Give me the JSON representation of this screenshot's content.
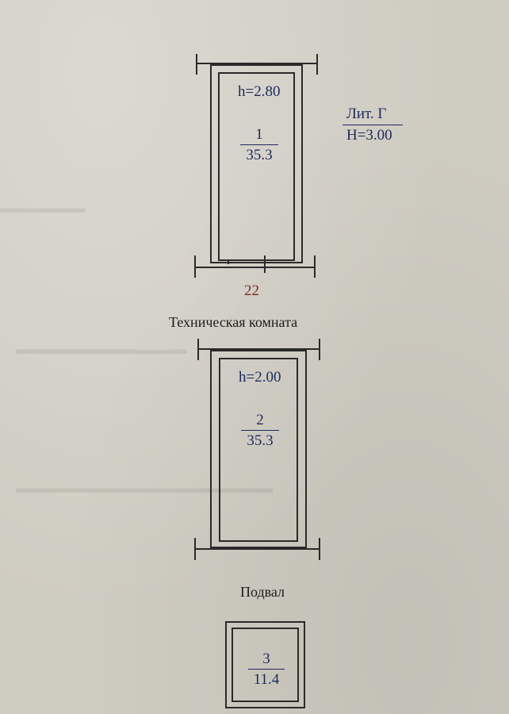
{
  "building": {
    "lit_label": "Лит. Г",
    "height_label": "H=3.00"
  },
  "rooms": [
    {
      "ceiling": "h=2.80",
      "number": "1",
      "area": "35.3"
    },
    {
      "ceiling": "h=2.00",
      "number": "2",
      "area": "35.3"
    },
    {
      "number": "3",
      "area": "11.4"
    }
  ],
  "marker": "22",
  "sections": {
    "technical": "Техническая комната",
    "basement": "Подвал"
  },
  "colors": {
    "paper": "#cfccc2",
    "ink_blue": "#1d2a5c",
    "ink_dark": "#1b1b1b",
    "marker_red": "#7a2a22"
  }
}
